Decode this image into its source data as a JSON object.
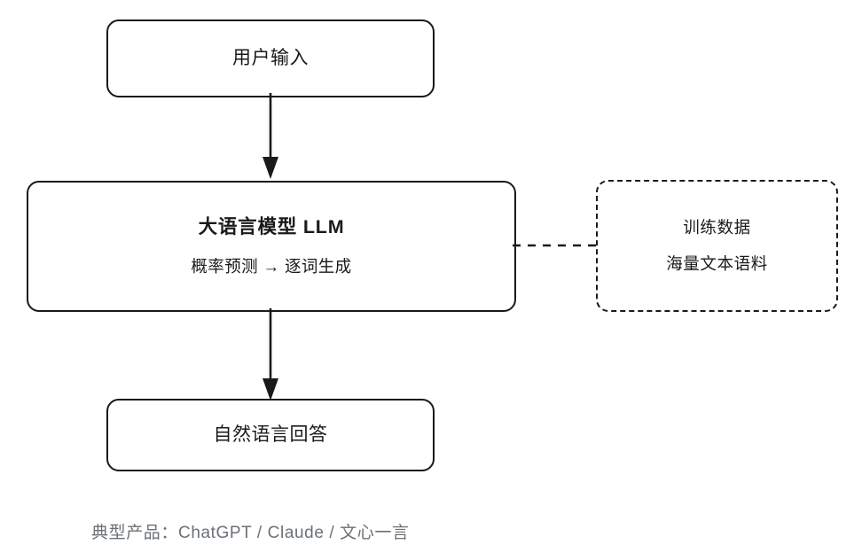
{
  "diagram": {
    "title_hidden": "",
    "nodes": {
      "input": {
        "label": "用户输入",
        "shape": "rounded-rectangle",
        "border_style": "solid"
      },
      "llm": {
        "title": "大语言模型 LLM",
        "subtitle": "概率预测 → 逐词生成",
        "shape": "rounded-rectangle",
        "border_style": "solid"
      },
      "training_data": {
        "line1": "训练数据",
        "line2": "海量文本语料",
        "shape": "rounded-rectangle",
        "border_style": "dashed"
      },
      "output": {
        "label": "自然语言回答",
        "shape": "rounded-rectangle",
        "border_style": "solid"
      }
    },
    "edges": {
      "input_to_llm": {
        "style": "solid",
        "arrowhead": "triangle",
        "direction": "down"
      },
      "llm_to_output": {
        "style": "solid",
        "arrowhead": "triangle",
        "direction": "down"
      },
      "llm_to_training_data": {
        "style": "dashed",
        "arrowhead": "none",
        "direction": "right"
      }
    },
    "caption": "典型产品：ChatGPT / Claude / 文心一言",
    "colors": {
      "stroke": "#1a1a1a",
      "text": "#1a1a1a",
      "caption_text": "#6b7177",
      "background": "#ffffff"
    }
  }
}
